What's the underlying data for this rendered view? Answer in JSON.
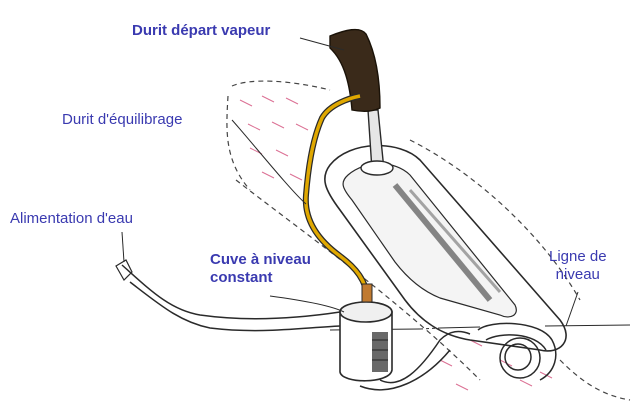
{
  "labels": {
    "steam_hose": "Durit départ vapeur",
    "balance_hose": "Durit d'équilibrage",
    "water_feed": "Alimentation d'eau",
    "tank": {
      "line1": "Cuve à niveau",
      "line2": "constant"
    },
    "level_line": {
      "line1": "Ligne de",
      "line2": "niveau"
    }
  },
  "colors": {
    "label_text": "#3a3ab0",
    "balance_hose": "#e0a800",
    "steam_hose": "#3a2a1a",
    "ink": "#2a2a2a",
    "steam_hatching": "#d04070"
  }
}
